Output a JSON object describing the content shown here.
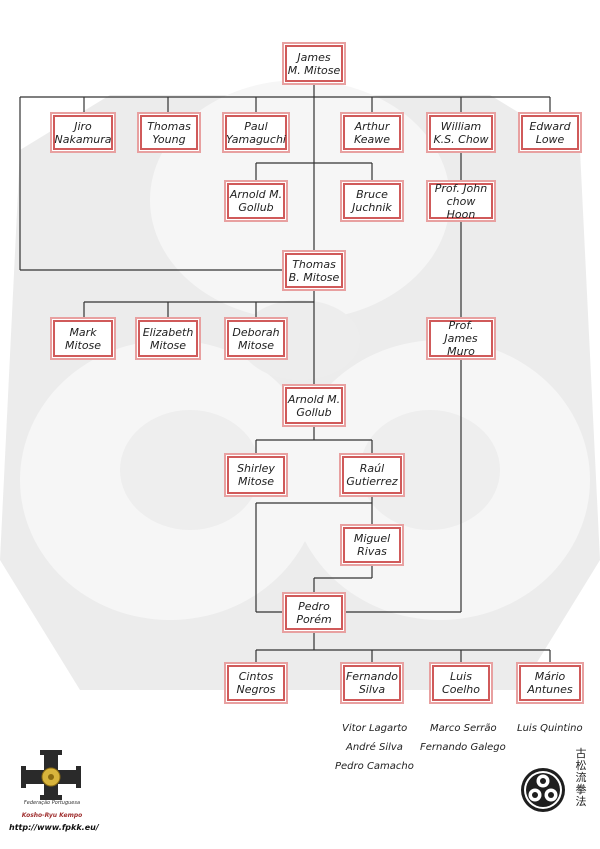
{
  "tree": {
    "james_mitose": [
      "James",
      "M. Mitose"
    ],
    "jiro_nakamura": [
      "Jiro",
      "Nakamura"
    ],
    "thomas_young": [
      "Thomas",
      "Young"
    ],
    "paul_yamaguchi": [
      "Paul",
      "Yamaguchi"
    ],
    "arthur_keawe": [
      "Arthur",
      "Keawe"
    ],
    "william_chow": [
      "William",
      "K.S. Chow"
    ],
    "edward_lowe": [
      "Edward",
      "Lowe"
    ],
    "arnold_gollub_1": [
      "Arnold M.",
      "Gollub"
    ],
    "bruce_juchnik": [
      "Bruce",
      "Juchnik"
    ],
    "john_chow_hoon": [
      "Prof. John",
      "chow Hoon"
    ],
    "thomas_mitose": [
      "Thomas",
      "B. Mitose"
    ],
    "mark_mitose": [
      "Mark",
      "Mitose"
    ],
    "elizabeth_mitose": [
      "Elizabeth",
      "Mitose"
    ],
    "deborah_mitose": [
      "Deborah",
      "Mitose"
    ],
    "james_muro": [
      "Prof. James",
      "Muro"
    ],
    "arnold_gollub_2": [
      "Arnold M.",
      "Gollub"
    ],
    "shirley_mitose": [
      "Shirley",
      "Mitose"
    ],
    "raul_gutierrez": [
      "Raúl",
      "Gutierrez"
    ],
    "miguel_rivas": [
      "Miguel",
      "Rivas"
    ],
    "pedro_porem": [
      "Pedro",
      "Porém"
    ],
    "cintos_negros": [
      "Cintos",
      "Negros"
    ],
    "fernando_silva": [
      "Fernando",
      "Silva"
    ],
    "luis_coelho": [
      "Luis",
      "Coelho"
    ],
    "mario_antunes": [
      "Mário",
      "Antunes"
    ]
  },
  "students": {
    "fernando_silva": [
      "Vitor Lagarto",
      "André Silva",
      "Pedro Camacho"
    ],
    "luis_coelho": [
      "Marco Serrão",
      "Fernando Galego"
    ],
    "mario_antunes": [
      "Luis Quintino"
    ]
  },
  "footer": {
    "federation_line": "Federação Portuguesa",
    "federation_brand": "Kosho-Ryu Kempo",
    "url": "http://www.fpkk.eu/",
    "kanji": "古 松 流 拳 法"
  },
  "colors": {
    "box_border": "#d05a5a",
    "line": "#333333",
    "watermark": "#e6e6e6"
  }
}
